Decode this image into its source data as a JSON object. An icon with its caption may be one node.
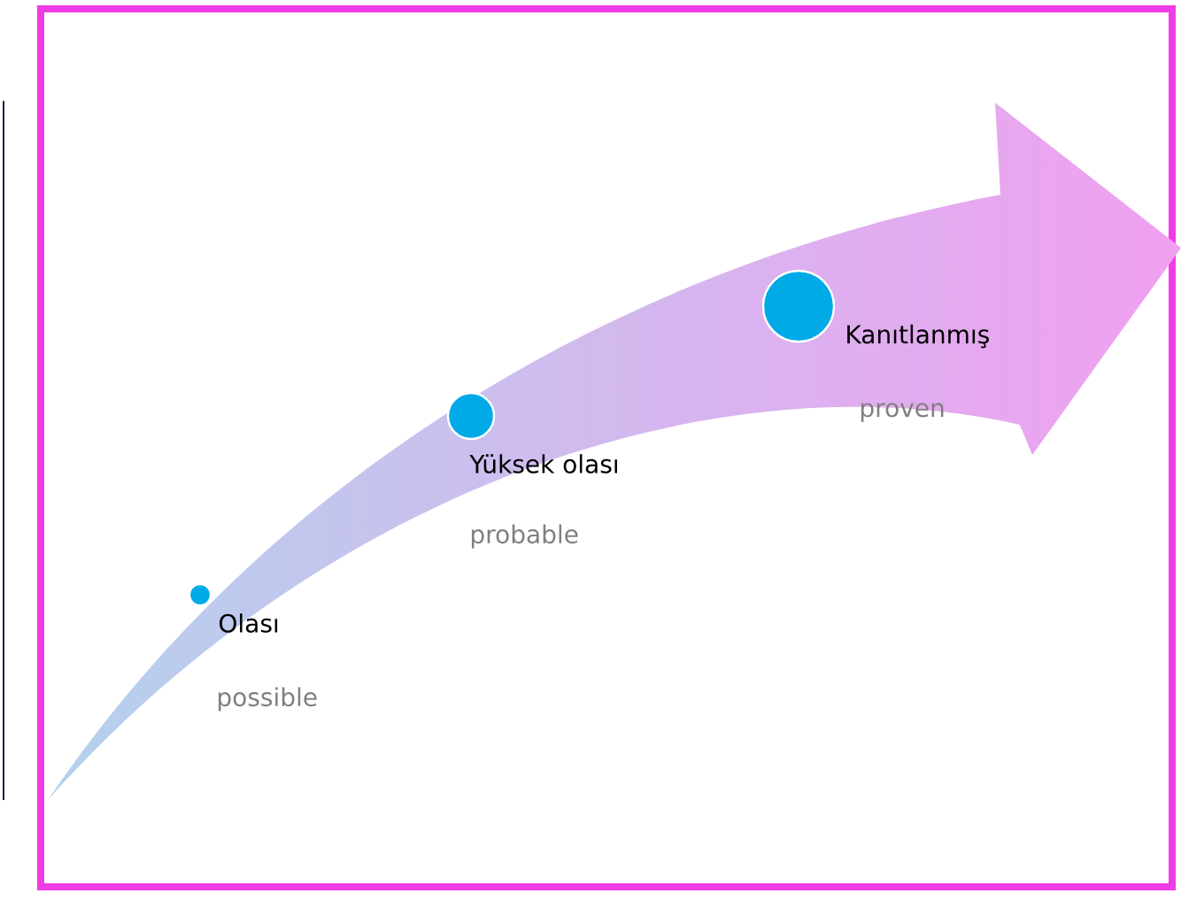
{
  "diagram": {
    "nodes": [
      {
        "text": [],
        "shape": "circle",
        "beside": [
          "Olası",
          "possible"
        ]
      },
      {
        "text": [],
        "shape": "circle",
        "beside": [
          "Yüksek olası",
          "probable"
        ]
      },
      {
        "text": [],
        "shape": "circle",
        "beside": [
          "Kanıtlanmış",
          "proven"
        ]
      }
    ]
  }
}
